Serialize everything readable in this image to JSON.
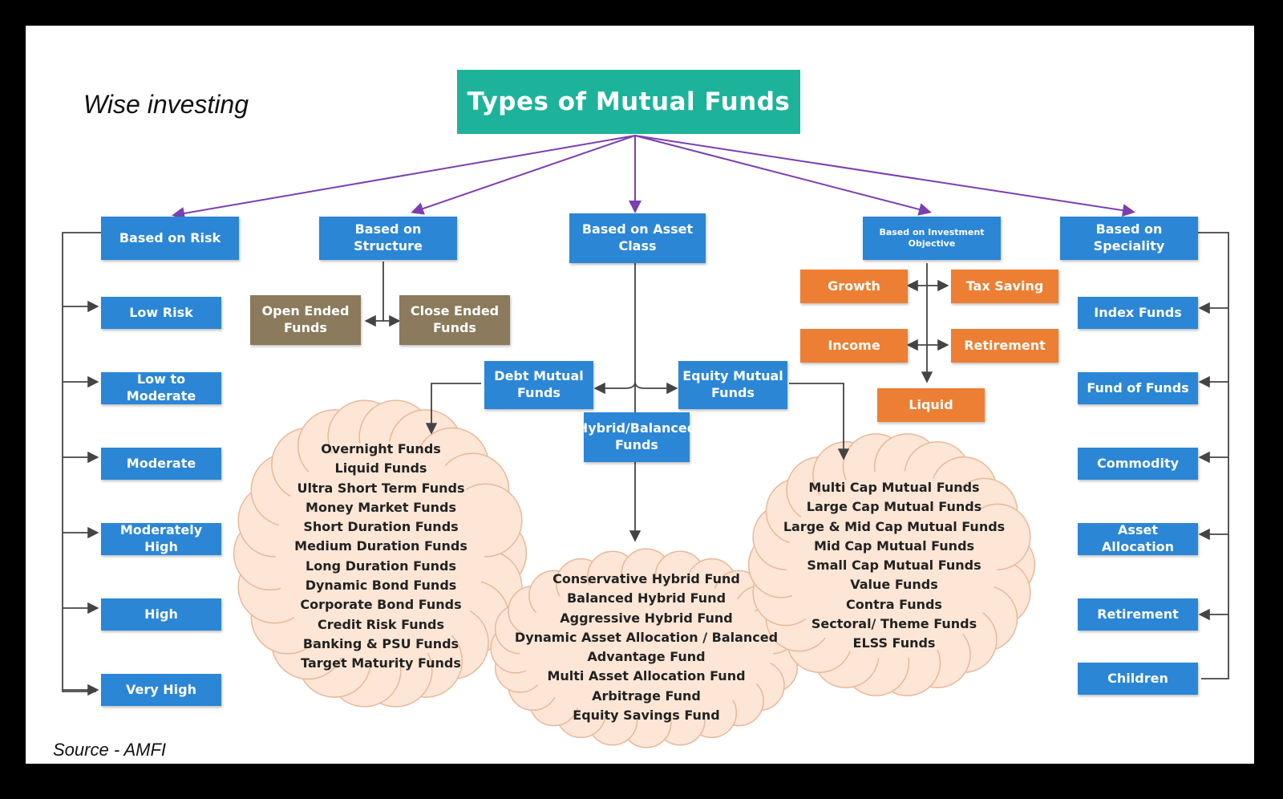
{
  "header": {
    "brand": "Wise investing",
    "title": "Types of Mutual Funds",
    "source": "Source - AMFI"
  },
  "categories": {
    "risk": "Based on Risk",
    "structure": "Based on Structure",
    "asset_class": "Based on Asset Class",
    "objective": "Based on Investment Objective",
    "speciality": "Based on Speciality"
  },
  "risk_levels": [
    "Low Risk",
    "Low to Moderate",
    "Moderate",
    "Moderately High",
    "High",
    "Very High"
  ],
  "structure_types": [
    "Open Ended Funds",
    "Close Ended Funds"
  ],
  "asset_classes": {
    "debt": "Debt Mutual Funds",
    "equity": "Equity Mutual Funds",
    "hybrid": "Hybrid/Balanced Funds"
  },
  "objectives": [
    "Growth",
    "Tax Saving",
    "Income",
    "Retirement",
    "Liquid"
  ],
  "speciality_types": [
    "Index Funds",
    "Fund of Funds",
    "Commodity",
    "Asset Allocation",
    "Retirement",
    "Children"
  ],
  "debt_funds": [
    "Overnight Funds",
    "Liquid Funds",
    "Ultra Short Term Funds",
    "Money Market Funds",
    "Short Duration Funds",
    "Medium Duration Funds",
    "Long Duration Funds",
    "Dynamic Bond Funds",
    "Corporate Bond Funds",
    "Credit Risk Funds",
    "Banking & PSU Funds",
    "Target Maturity Funds"
  ],
  "hybrid_funds": [
    "Conservative Hybrid Fund",
    "Balanced Hybrid Fund",
    "Aggressive Hybrid Fund",
    "Dynamic Asset Allocation / Balanced",
    "Advantage Fund",
    "Multi Asset Allocation Fund",
    "Arbitrage Fund",
    "Equity Savings Fund"
  ],
  "equity_funds": [
    "Multi Cap Mutual Funds",
    "Large Cap Mutual Funds",
    "Large & Mid Cap Mutual Funds",
    "Mid Cap Mutual Funds",
    "Small Cap Mutual Funds",
    "Value Funds",
    "Contra Funds",
    "Sectoral/ Theme Funds",
    "ELSS Funds"
  ],
  "colors": {
    "title": "#1db39a",
    "category": "#2b86d6",
    "objective": "#ec7f33",
    "structure": "#8b7a5c",
    "cloud": "#fde6d6",
    "cloud_border": "#e8b89b",
    "title_arrow": "#7b3fb0",
    "connector": "#444444"
  }
}
